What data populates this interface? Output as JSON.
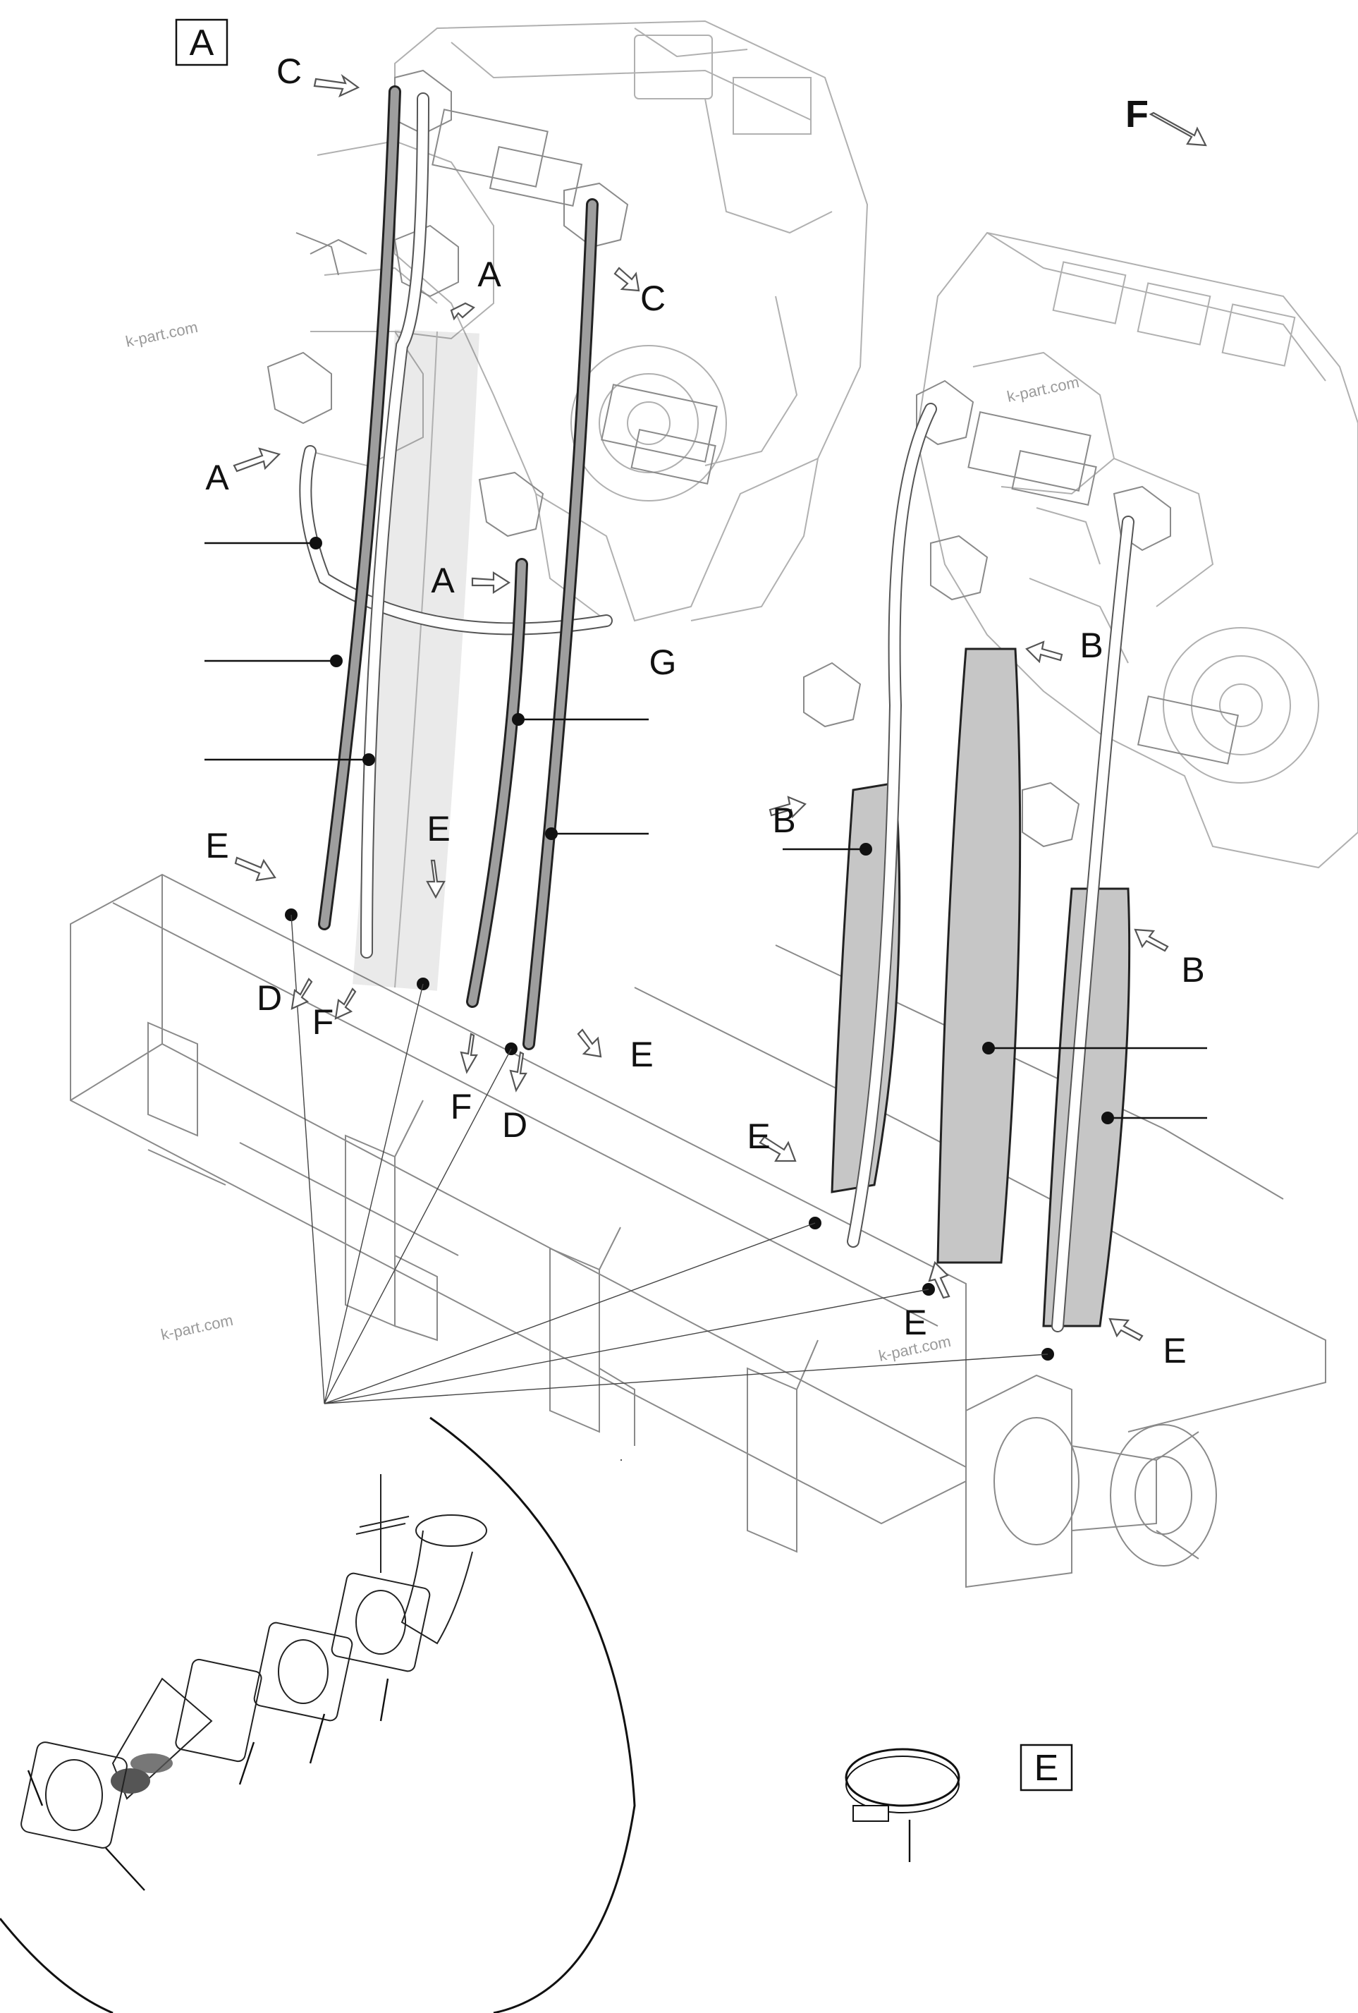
{
  "view_box_label": "A",
  "detail_box_label": "E",
  "direction_label": "F",
  "watermark": "k-part.com",
  "callouts": {
    "A": "A",
    "B": "B",
    "C": "C",
    "D": "D",
    "E": "E",
    "F": "F",
    "G": "G"
  }
}
